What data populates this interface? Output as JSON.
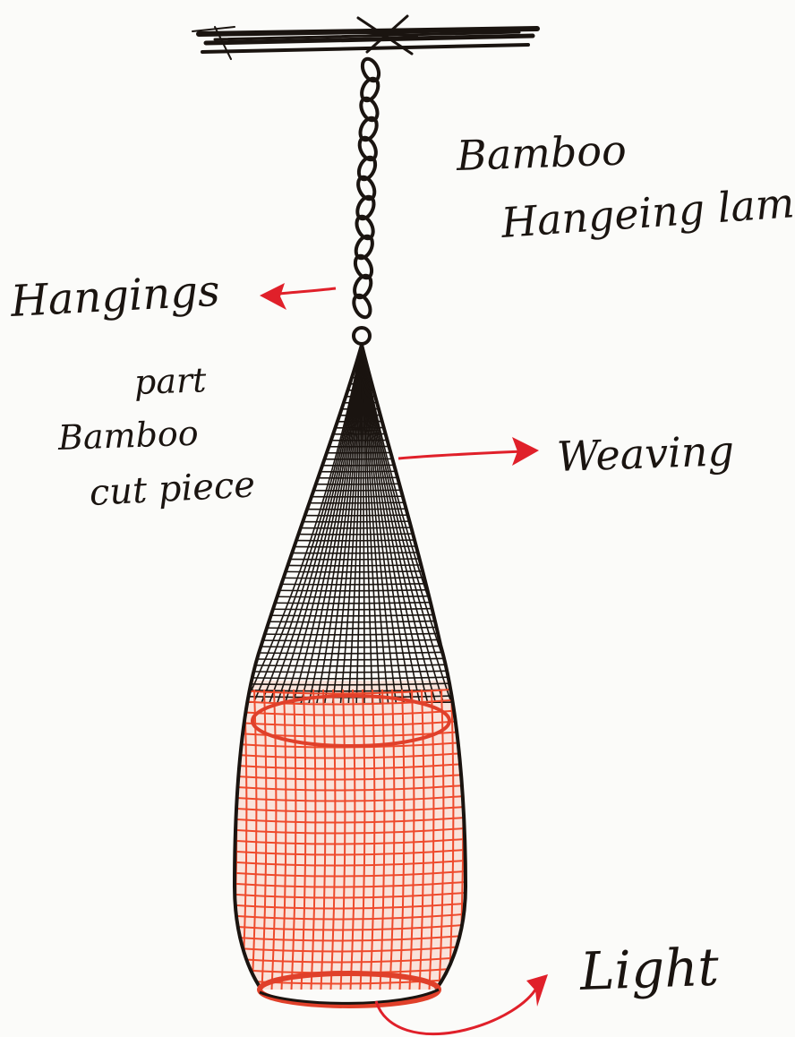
{
  "sketch": {
    "title_line1": "Bamboo",
    "title_line2": "Hangeing lamp",
    "hanging_label_line1": "Hangings",
    "hanging_label_line2": "part",
    "hanging_label_line3": "Bamboo",
    "hanging_label_line4": "cut piece",
    "weaving_label": "Weaving",
    "light_label": "Light"
  },
  "colors": {
    "ink": "#1a1410",
    "arrow_red": "#e0202a",
    "shade_red": "#f05a3a",
    "paper": "#fbfbf9"
  }
}
